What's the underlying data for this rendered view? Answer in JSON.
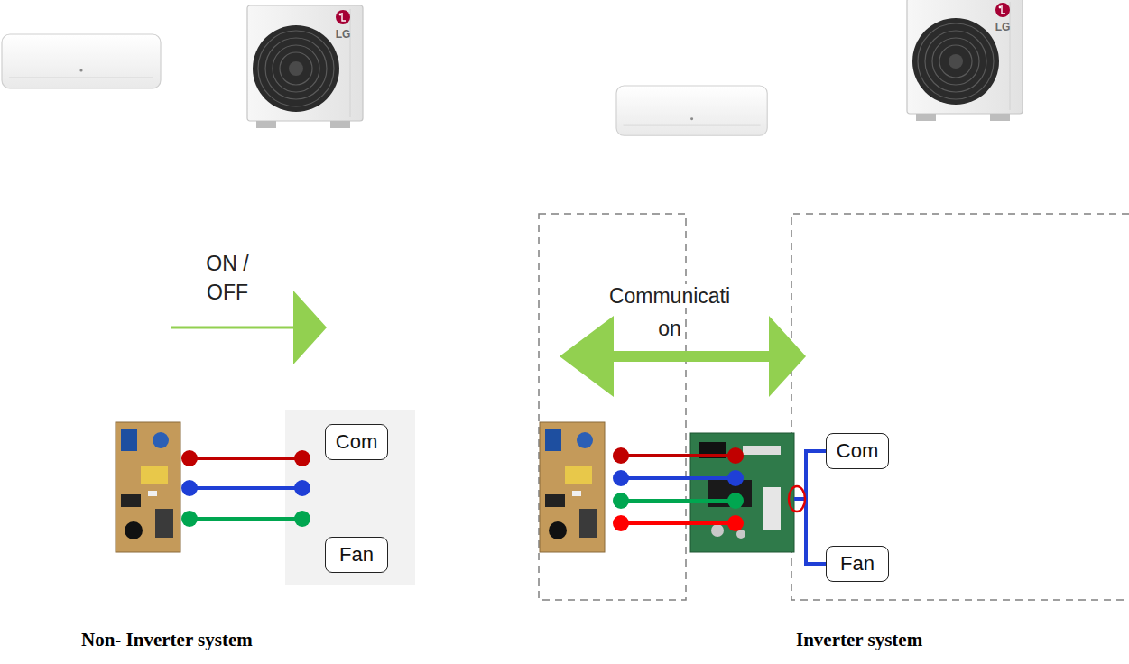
{
  "diagram": {
    "nodes": [
      {
        "text": [
          "Com"
        ]
      },
      {
        "text": [
          "Fan"
        ]
      },
      {
        "text": [
          "Com"
        ]
      },
      {
        "text": [
          "Fan"
        ]
      }
    ],
    "labels": [
      "LG",
      "LG",
      "ON / OFF",
      "Communicati on",
      "Non- Inverter system",
      "Inverter system"
    ]
  }
}
